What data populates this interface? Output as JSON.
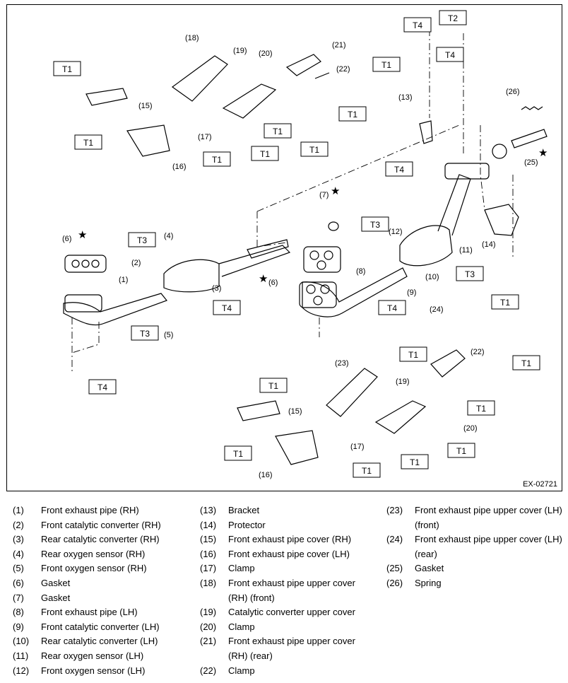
{
  "figure_code": "EX-02721",
  "callouts": {
    "n1": "(1)",
    "n2": "(2)",
    "n3": "(3)",
    "n4": "(4)",
    "n5": "(5)",
    "n6": "(6)",
    "n7": "(7)",
    "n8": "(8)",
    "n9": "(9)",
    "n10": "(10)",
    "n11": "(11)",
    "n12": "(12)",
    "n13": "(13)",
    "n14": "(14)",
    "n15": "(15)",
    "n16": "(16)",
    "n17": "(17)",
    "n18": "(18)",
    "n19": "(19)",
    "n20": "(20)",
    "n21": "(21)",
    "n22": "(22)",
    "n23": "(23)",
    "n24": "(24)",
    "n25": "(25)",
    "n26": "(26)"
  },
  "torque_labels": {
    "T1": "T1",
    "T2": "T2",
    "T3": "T3",
    "T4": "T4"
  },
  "star": "★",
  "legend": [
    [
      {
        "num": "(1)",
        "text": "Front exhaust pipe (RH)"
      },
      {
        "num": "(2)",
        "text": "Front catalytic converter (RH)"
      },
      {
        "num": "(3)",
        "text": "Rear catalytic converter (RH)"
      },
      {
        "num": "(4)",
        "text": "Rear oxygen sensor (RH)"
      },
      {
        "num": "(5)",
        "text": "Front oxygen sensor (RH)"
      },
      {
        "num": "(6)",
        "text": "Gasket"
      },
      {
        "num": "(7)",
        "text": "Gasket"
      },
      {
        "num": "(8)",
        "text": "Front exhaust pipe (LH)"
      },
      {
        "num": "(9)",
        "text": "Front catalytic converter (LH)"
      },
      {
        "num": "(10)",
        "text": "Rear catalytic converter (LH)"
      },
      {
        "num": "(11)",
        "text": "Rear oxygen sensor (LH)"
      },
      {
        "num": "(12)",
        "text": "Front oxygen sensor (LH)"
      }
    ],
    [
      {
        "num": "(13)",
        "text": "Bracket"
      },
      {
        "num": "(14)",
        "text": "Protector"
      },
      {
        "num": "(15)",
        "text": "Front exhaust pipe cover (RH)"
      },
      {
        "num": "(16)",
        "text": "Front exhaust pipe cover (LH)"
      },
      {
        "num": "(17)",
        "text": "Clamp"
      },
      {
        "num": "(18)",
        "text": "Front exhaust pipe upper cover (RH) (front)"
      },
      {
        "num": "(19)",
        "text": "Catalytic converter upper cover"
      },
      {
        "num": "(20)",
        "text": "Clamp"
      },
      {
        "num": "(21)",
        "text": "Front exhaust pipe upper cover (RH) (rear)"
      },
      {
        "num": "(22)",
        "text": "Clamp"
      }
    ],
    [
      {
        "num": "(23)",
        "text": "Front exhaust pipe upper cover (LH) (front)"
      },
      {
        "num": "(24)",
        "text": "Front exhaust pipe upper cover (LH) (rear)"
      },
      {
        "num": "(25)",
        "text": "Gasket"
      },
      {
        "num": "(26)",
        "text": "Spring"
      }
    ]
  ]
}
